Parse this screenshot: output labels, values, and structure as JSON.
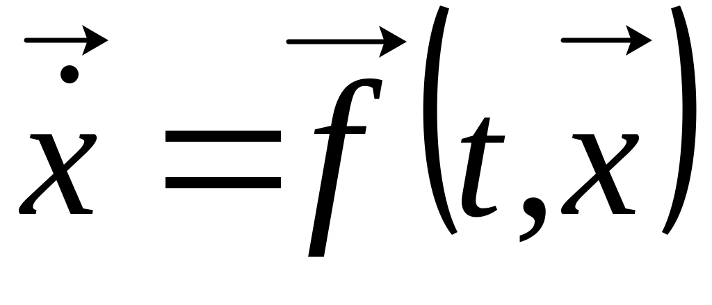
{
  "equation": {
    "lhs_variable": "x",
    "lhs_accent": "dot-vector",
    "operator": "=",
    "function_name": "f",
    "function_accent": "vector-arrow",
    "open_paren": "(",
    "arg_time": "t",
    "comma": ",",
    "arg_state": "x",
    "arg_state_accent": "vector-arrow",
    "close_paren": ")"
  },
  "colors": {
    "ink": "#000000",
    "background": "#ffffff"
  }
}
